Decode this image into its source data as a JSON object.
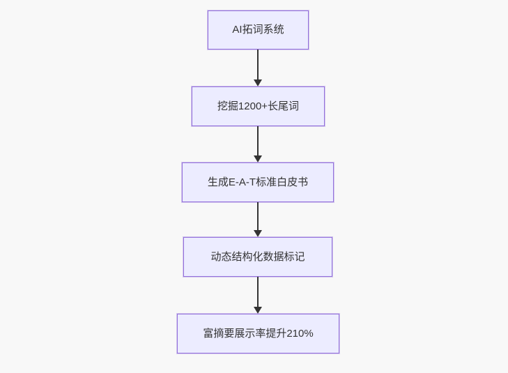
{
  "colors": {
    "bg": "#f8f8f8",
    "node-fill": "#ECECFF",
    "node-border": "#9370DB",
    "arrow": "#333333",
    "text": "#333333"
  },
  "flowchart": {
    "type": "flowchart",
    "direction": "top-down",
    "nodes": [
      {
        "id": "n0",
        "label": "AI拓词系统"
      },
      {
        "id": "n1",
        "label": "挖掘1200+长尾词"
      },
      {
        "id": "n2",
        "label": "生成E-A-T标准白皮书"
      },
      {
        "id": "n3",
        "label": "动态结构化数据标记"
      },
      {
        "id": "n4",
        "label": "富摘要展示率提升210%"
      }
    ],
    "edges": [
      {
        "from": "n0",
        "to": "n1",
        "style": "arrow-down"
      },
      {
        "from": "n1",
        "to": "n2",
        "style": "arrow-down"
      },
      {
        "from": "n2",
        "to": "n3",
        "style": "arrow-down"
      },
      {
        "from": "n3",
        "to": "n4",
        "style": "arrow-down"
      }
    ]
  }
}
